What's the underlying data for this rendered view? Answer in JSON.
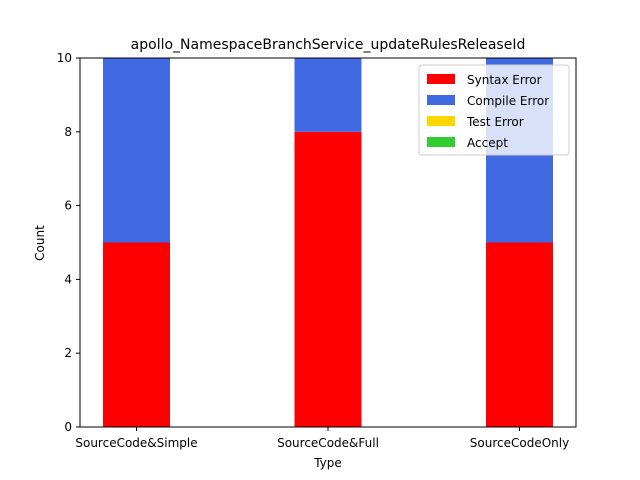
{
  "chart_data": {
    "type": "bar",
    "stacked": true,
    "title": "apollo_NamespaceBranchService_updateRulesReleaseId",
    "xlabel": "Type",
    "ylabel": "Count",
    "categories": [
      "SourceCode&Simple",
      "SourceCode&Full",
      "SourceCodeOnly"
    ],
    "ylim": [
      0,
      10
    ],
    "yticks": [
      0,
      2,
      4,
      6,
      8,
      10
    ],
    "series": [
      {
        "name": "Syntax Error",
        "color": "#ff0000",
        "values": [
          5,
          8,
          5
        ]
      },
      {
        "name": "Compile Error",
        "color": "#4169e1",
        "values": [
          5,
          2,
          5
        ]
      },
      {
        "name": "Test Error",
        "color": "#ffd700",
        "values": [
          0,
          0,
          0
        ]
      },
      {
        "name": "Accept",
        "color": "#32cd32",
        "values": [
          0,
          0,
          0
        ]
      }
    ],
    "legend_position": "top-right",
    "grid": false
  }
}
